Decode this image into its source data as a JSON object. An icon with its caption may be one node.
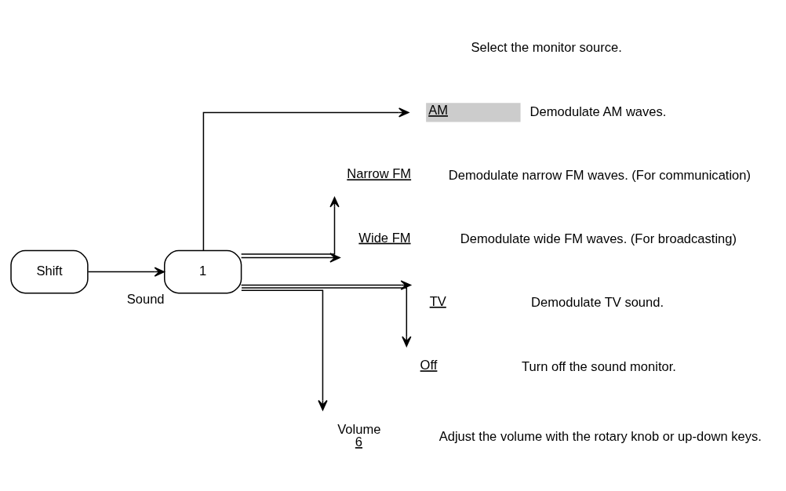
{
  "diagram": {
    "nodes": [
      {
        "text": [
          "Shift"
        ]
      },
      {
        "text": [
          "1"
        ],
        "beside": [
          "Sound"
        ]
      },
      {
        "text": [
          "AM"
        ],
        "beside": [
          "Demodulate AM waves."
        ]
      },
      {
        "text": [
          "Narrow FM"
        ],
        "beside": [
          "Demodulate narrow FM waves. (For communication)"
        ]
      },
      {
        "text": [
          "Wide FM"
        ],
        "beside": [
          "Demodulate wide FM waves. (For broadcasting)"
        ]
      },
      {
        "text": [
          "TV"
        ],
        "beside": [
          "Demodulate TV sound."
        ]
      },
      {
        "text": [
          "Off"
        ],
        "beside": [
          "Turn off the sound monitor."
        ]
      },
      {
        "text": [
          "Volume",
          "6"
        ],
        "beside": [
          "Adjust the volume with the rotary knob or up-down keys."
        ]
      }
    ],
    "edges": [
      {
        "from": 0,
        "to": 1,
        "arrow": "to"
      },
      {
        "from": 1,
        "to": 2,
        "arrow": "to"
      },
      {
        "from": 1,
        "to": 3,
        "arrow": "to"
      },
      {
        "from": 1,
        "to": 4,
        "arrow": "to"
      },
      {
        "from": 1,
        "to": 5,
        "arrow": "to"
      },
      {
        "from": 1,
        "to": 6,
        "arrow": "to"
      },
      {
        "from": 1,
        "to": 7,
        "arrow": "to"
      }
    ],
    "labels": [
      "Select the monitor source."
    ]
  }
}
